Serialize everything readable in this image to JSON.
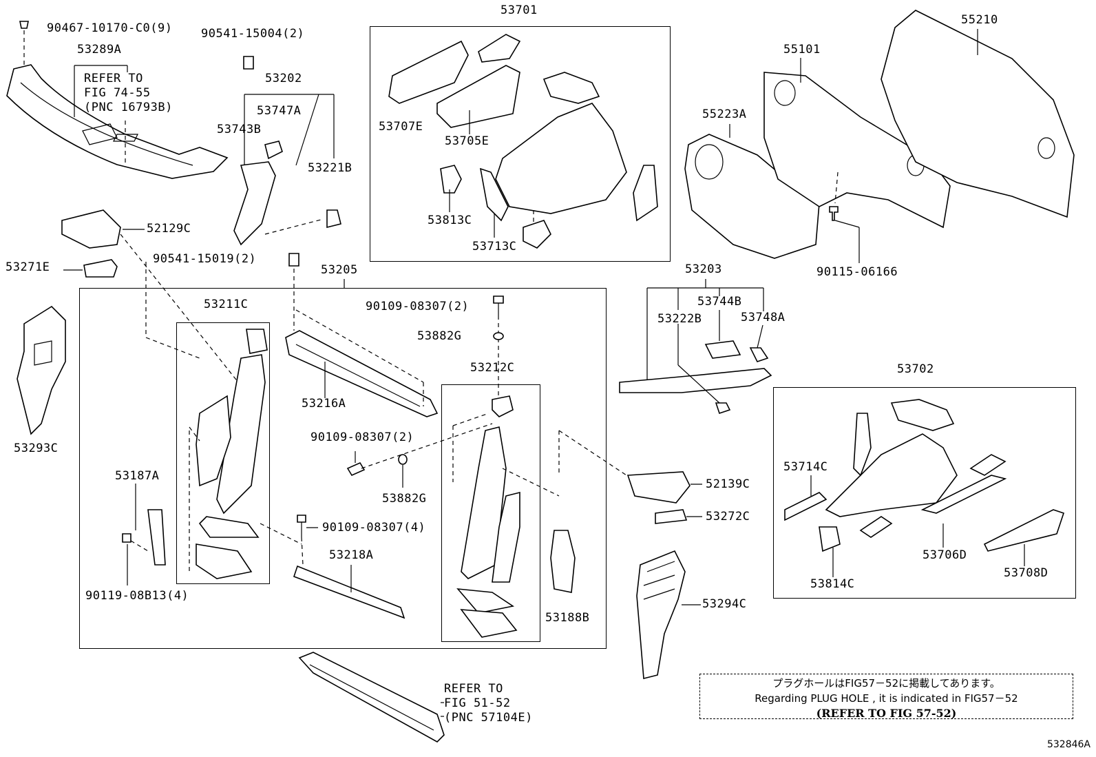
{
  "labels": {
    "p90467": "90467-10170-C0(9)",
    "p53289A": "53289A",
    "ref1": "REFER TO\nFIG 74-55\n(PNC 16793B)",
    "p90541a": "90541-15004(2)",
    "p53202": "53202",
    "p53747A": "53747A",
    "p53743B": "53743B",
    "p53221B": "53221B",
    "p52129C": "52129C",
    "p53271E": "53271E",
    "p90541b": "90541-15019(2)",
    "p53205": "53205",
    "p53211C": "53211C",
    "p53293C": "53293C",
    "p53187A": "53187A",
    "p90119": "90119-08B13(4)",
    "p90109a": "90109-08307(2)",
    "p53882Ga": "53882G",
    "p53216A": "53216A",
    "p53212C": "53212C",
    "p90109b": "90109-08307(2)",
    "p53882Gb": "53882G",
    "p90109c": "90109-08307(4)",
    "p53218A": "53218A",
    "p53188B": "53188B",
    "ref2": "REFER TO\nFIG 51-52\n(PNC 57104E)",
    "p53701": "53701",
    "p53707E": "53707E",
    "p53705E": "53705E",
    "p53813C": "53813C",
    "p53713C": "53713C",
    "p55101": "55101",
    "p55210": "55210",
    "p55223A": "55223A",
    "p90115": "90115-06166",
    "p53203": "53203",
    "p53744B": "53744B",
    "p53222B": "53222B",
    "p53748A": "53748A",
    "p53702": "53702",
    "p53714C": "53714C",
    "p53706D": "53706D",
    "p53708D": "53708D",
    "p53814C": "53814C",
    "p52139C": "52139C",
    "p53272C": "53272C",
    "p53294C": "53294C"
  },
  "note": {
    "line1": "プラグホールはFIG57－52に掲載してあります。",
    "line2": "Regarding PLUG HOLE , it is indicated in FIG57－52",
    "line3": "(REFER TO FIG 57-52)"
  },
  "diagram_code": "532846A"
}
